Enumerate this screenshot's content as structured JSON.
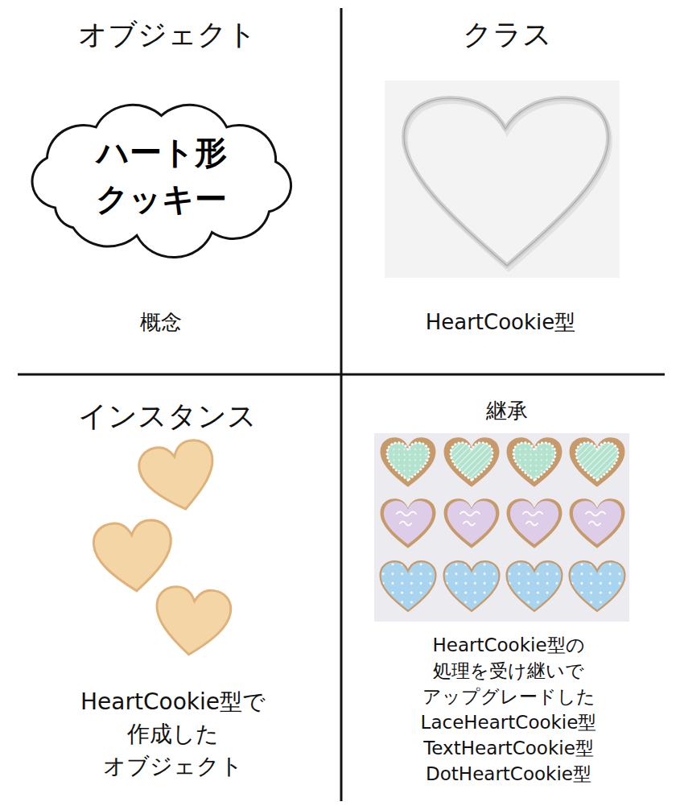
{
  "diagram": {
    "nodes": [
      {
        "text": [
          "ハート形 クッキー"
        ]
      }
    ],
    "labels": [
      "オブジェクト",
      "概念",
      "クラス",
      "HeartCookie型",
      "インスタンス",
      "HeartCookie型で 作成した オブジェクト",
      "継承",
      "HeartCookie型の 処理を受け継いで アップグレードした LaceHeartCookie型 TextHeartCookie型 DotHeartCookie型"
    ]
  }
}
